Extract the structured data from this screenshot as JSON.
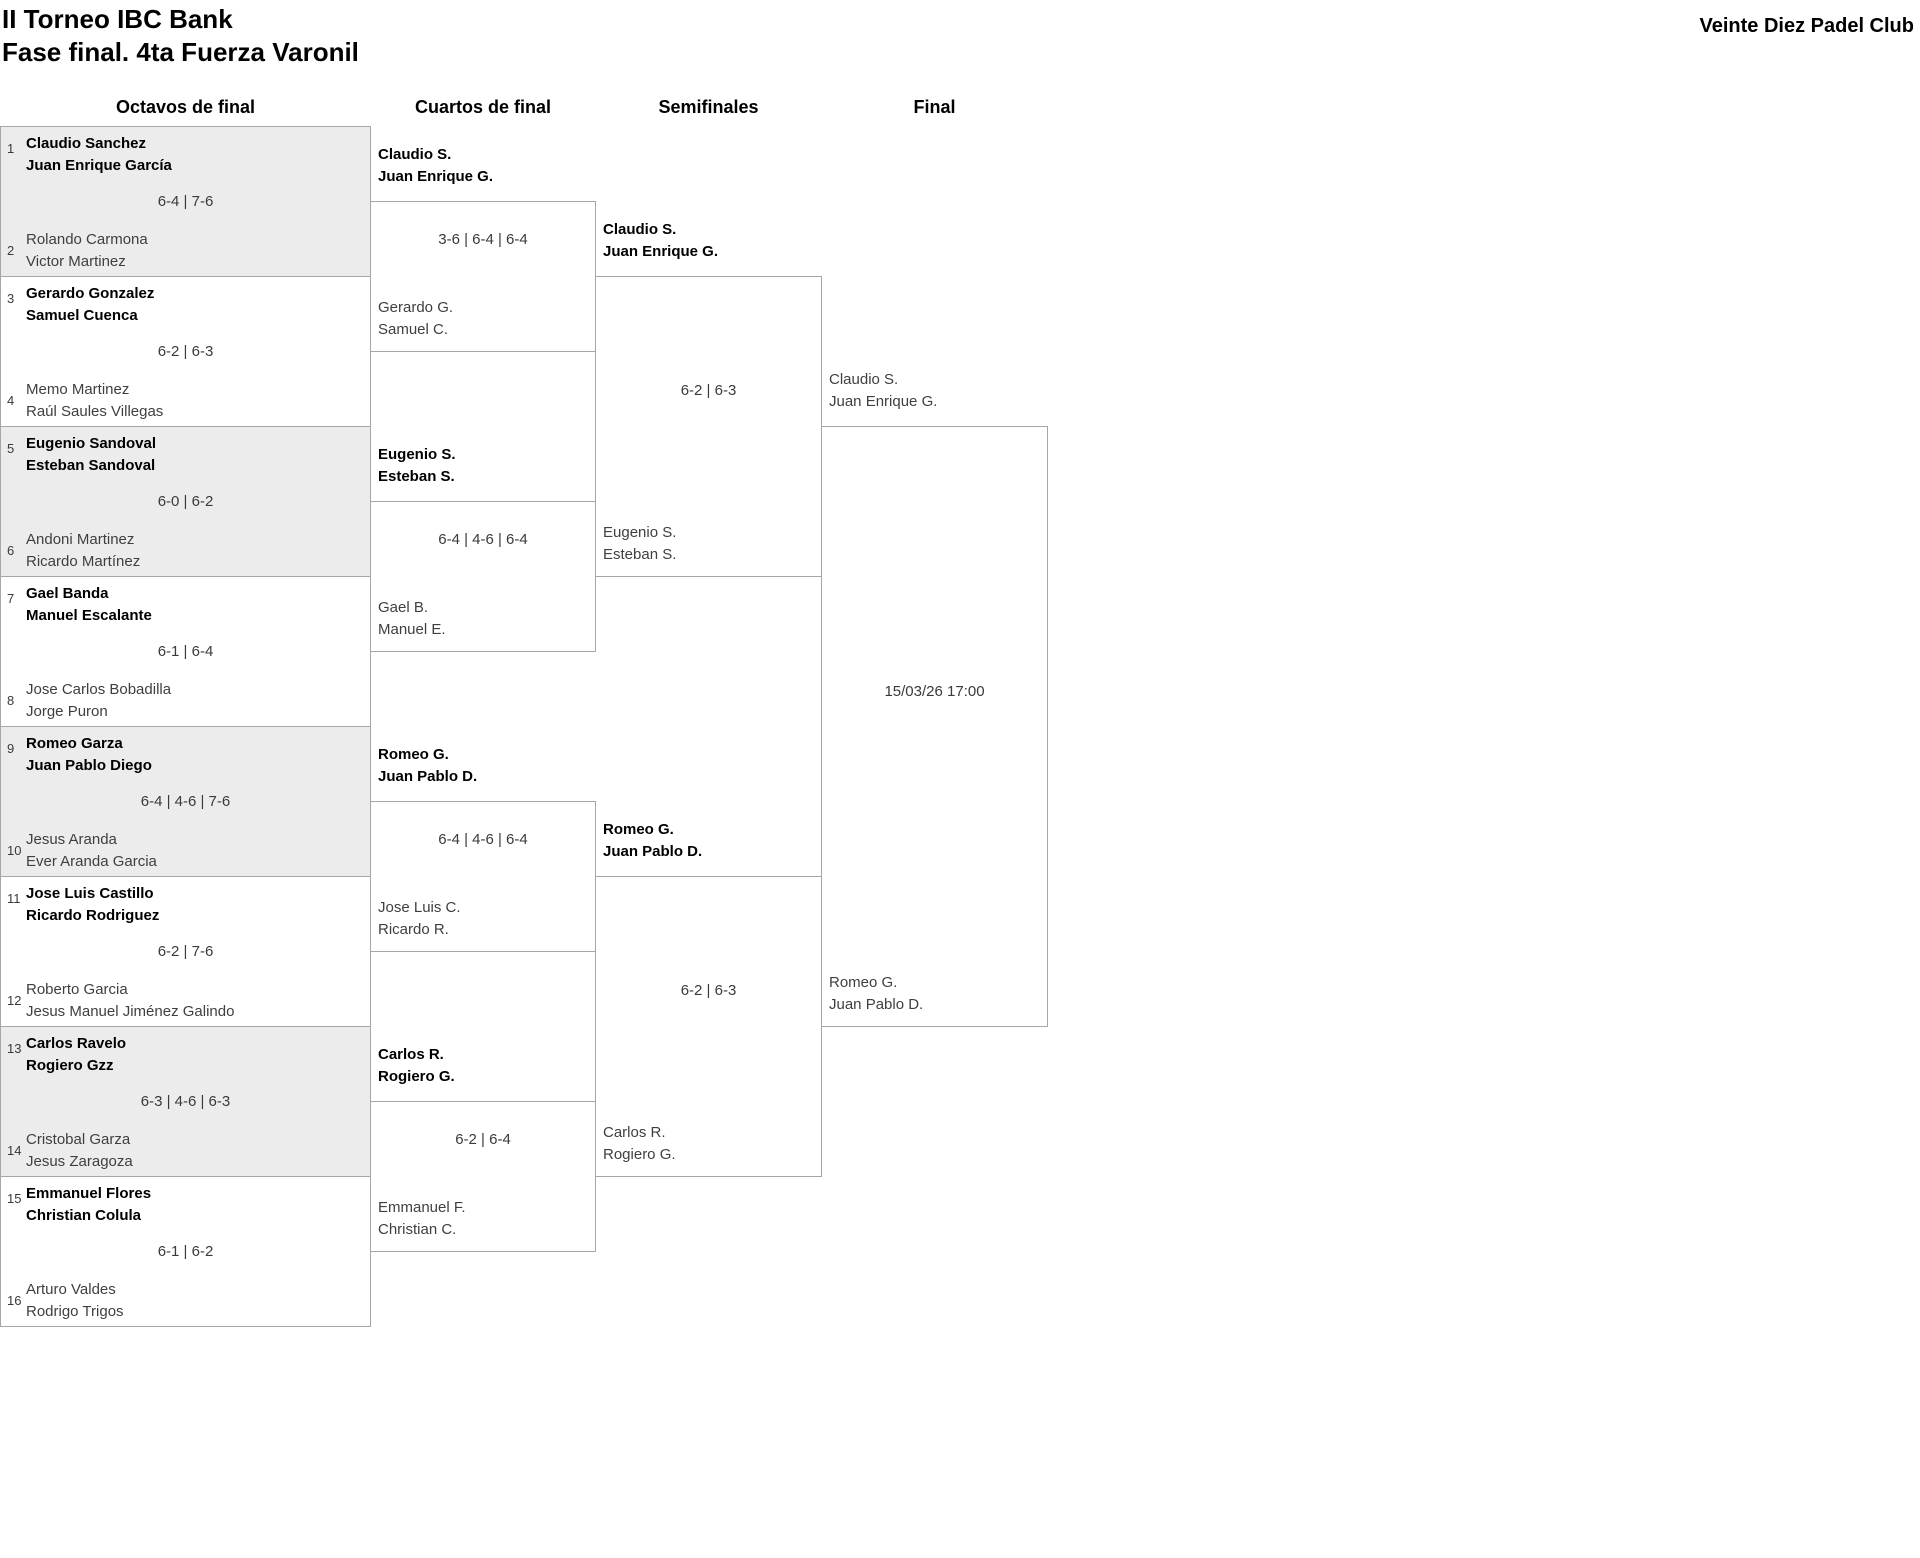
{
  "header": {
    "title": "II Torneo IBC Bank",
    "subtitle": "Fase final. 4ta Fuerza Varonil",
    "club": "Veinte Diez Padel Club"
  },
  "columns": {
    "round16": "Octavos de final",
    "quarters": "Cuartos de final",
    "semis": "Semifinales",
    "final": "Final"
  },
  "round16": [
    {
      "seed1": "1",
      "team1": [
        "Claudio Sanchez",
        "Juan Enrique García"
      ],
      "score": "6-4 | 7-6",
      "seed2": "2",
      "team2": [
        "Rolando Carmona",
        "Victor Martinez"
      ]
    },
    {
      "seed1": "3",
      "team1": [
        "Gerardo Gonzalez",
        "Samuel Cuenca"
      ],
      "score": "6-2 | 6-3",
      "seed2": "4",
      "team2": [
        "Memo Martinez",
        "Raúl Saules Villegas"
      ]
    },
    {
      "seed1": "5",
      "team1": [
        "Eugenio Sandoval",
        "Esteban Sandoval"
      ],
      "score": "6-0 | 6-2",
      "seed2": "6",
      "team2": [
        "Andoni Martinez",
        "Ricardo Martínez"
      ]
    },
    {
      "seed1": "7",
      "team1": [
        "Gael Banda",
        "Manuel Escalante"
      ],
      "score": "6-1 | 6-4",
      "seed2": "8",
      "team2": [
        "Jose Carlos Bobadilla",
        "Jorge Puron"
      ]
    },
    {
      "seed1": "9",
      "team1": [
        "Romeo Garza",
        "Juan Pablo Diego"
      ],
      "score": "6-4 | 4-6 | 7-6",
      "seed2": "10",
      "team2": [
        "Jesus Aranda",
        "Ever Aranda Garcia"
      ]
    },
    {
      "seed1": "11",
      "team1": [
        "Jose Luis Castillo",
        "Ricardo Rodriguez"
      ],
      "score": "6-2 | 7-6",
      "seed2": "12",
      "team2": [
        "Roberto Garcia",
        "Jesus Manuel Jiménez Galindo"
      ]
    },
    {
      "seed1": "13",
      "team1": [
        "Carlos Ravelo",
        "Rogiero Gzz"
      ],
      "score": "6-3 | 4-6 | 6-3",
      "seed2": "14",
      "team2": [
        "Cristobal Garza",
        "Jesus Zaragoza"
      ]
    },
    {
      "seed1": "15",
      "team1": [
        "Emmanuel Flores",
        "Christian Colula"
      ],
      "score": "6-1 | 6-2",
      "seed2": "16",
      "team2": [
        "Arturo Valdes",
        "Rodrigo Trigos"
      ]
    }
  ],
  "quarters": [
    {
      "team1": [
        "Claudio S.",
        "Juan Enrique G."
      ],
      "score": "3-6 | 6-4 | 6-4",
      "team2": [
        "Gerardo G.",
        "Samuel C."
      ]
    },
    {
      "team1": [
        "Eugenio S.",
        "Esteban S."
      ],
      "score": "6-4 | 4-6 | 6-4",
      "team2": [
        "Gael B.",
        "Manuel E."
      ]
    },
    {
      "team1": [
        "Romeo G.",
        "Juan Pablo D."
      ],
      "score": "6-4 | 4-6 | 6-4",
      "team2": [
        "Jose Luis C.",
        "Ricardo R."
      ]
    },
    {
      "team1": [
        "Carlos R.",
        "Rogiero G."
      ],
      "score": "6-2 | 6-4",
      "team2": [
        "Emmanuel F.",
        "Christian C."
      ]
    }
  ],
  "semis": [
    {
      "team1": [
        "Claudio S.",
        "Juan Enrique G."
      ],
      "score": "6-2 | 6-3",
      "team2": [
        "Eugenio S.",
        "Esteban S."
      ]
    },
    {
      "team1": [
        "Romeo G.",
        "Juan Pablo D."
      ],
      "score": "6-2 | 6-3",
      "team2": [
        "Carlos R.",
        "Rogiero G."
      ]
    }
  ],
  "final": {
    "team1": [
      "Claudio S.",
      "Juan Enrique G."
    ],
    "schedule": "15/03/26 17:00",
    "team2": [
      "Romeo G.",
      "Juan Pablo D."
    ]
  }
}
